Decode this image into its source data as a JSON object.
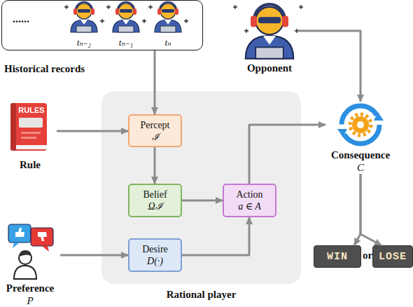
{
  "diagram": {
    "nodes": [
      {
        "text": [
          "Historical records"
        ]
      },
      {
        "text": [
          "Opponent"
        ]
      },
      {
        "text": [
          "Rule"
        ]
      },
      {
        "text": [
          "Preference",
          "P"
        ]
      },
      {
        "text": [
          "Rational player"
        ]
      },
      {
        "text": [
          "Percept",
          "ℐ"
        ],
        "in": 4
      },
      {
        "text": [
          "Belief",
          "Ωℐ"
        ],
        "in": 4
      },
      {
        "text": [
          "Desire",
          "D(·)"
        ],
        "in": 4
      },
      {
        "text": [
          "Action",
          "a ∈ A"
        ],
        "in": 4
      },
      {
        "text": [
          "Consequence",
          "C"
        ]
      },
      {
        "text": [
          "WIN"
        ]
      },
      {
        "text": [
          "LOSE"
        ]
      }
    ],
    "edges": [
      {
        "from": 0,
        "to": 5,
        "arrow": "to"
      },
      {
        "from": 2,
        "to": 5,
        "arrow": "to"
      },
      {
        "from": 5,
        "to": 6,
        "arrow": "to"
      },
      {
        "from": 6,
        "to": 8,
        "arrow": "to"
      },
      {
        "from": 3,
        "to": 7,
        "arrow": "to"
      },
      {
        "from": 7,
        "to": 8,
        "arrow": "to"
      },
      {
        "from": 8,
        "to": 9,
        "arrow": "to"
      },
      {
        "from": 1,
        "to": 9,
        "arrow": "to"
      },
      {
        "from": 9,
        "to": 10,
        "arrow": "to"
      },
      {
        "from": 9,
        "to": 11,
        "arrow": "to"
      }
    ],
    "labels": [
      "......",
      "tₙ₋₂",
      "tₙ₋₁",
      "tₙ",
      "RULES",
      "or"
    ]
  }
}
